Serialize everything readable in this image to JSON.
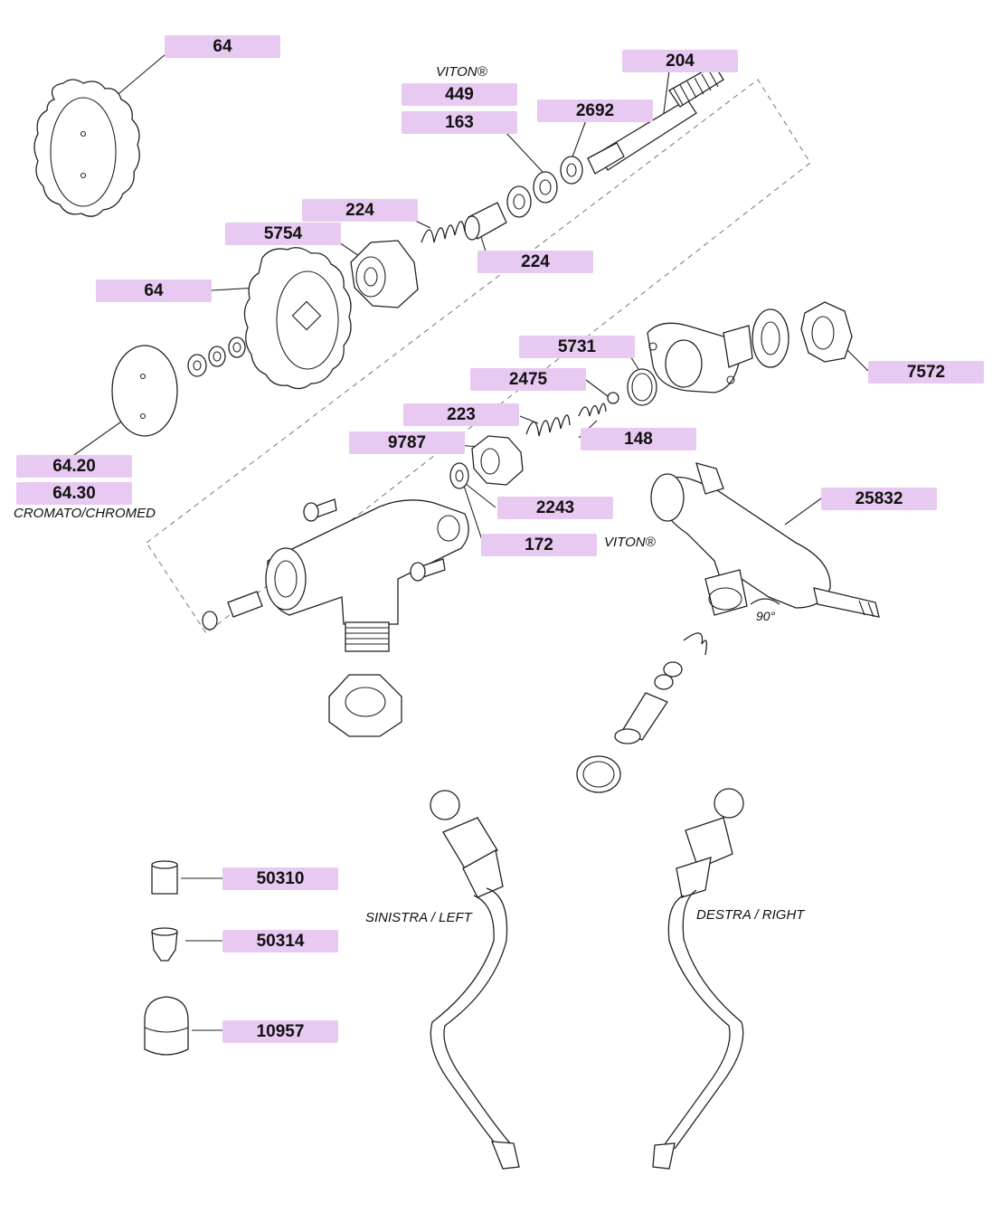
{
  "part_labels": {
    "p64_top": "64",
    "p204": "204",
    "p449": "449",
    "p163": "163",
    "p2692": "2692",
    "p224_spring": "224",
    "p5754": "5754",
    "p224_bush": "224",
    "p64_side": "64",
    "p5731": "5731",
    "p7572": "7572",
    "p2475": "2475",
    "p223": "223",
    "p148": "148",
    "p9787": "9787",
    "p64_20": "64.20",
    "p64_30": "64.30",
    "p2243": "2243",
    "p25832": "25832",
    "p172": "172",
    "p50310": "50310",
    "p50314": "50314",
    "p10957": "10957"
  },
  "annotations": {
    "viton_top": "VITON®",
    "viton_mid": "VITON®",
    "chromed": "CROMATO/CHROMED",
    "angle": "90°",
    "left_pipe": "SINISTRA / LEFT",
    "right_pipe": "DESTRA / RIGHT"
  },
  "colors": {
    "label_fill": "#e8c9f2",
    "line": "#222222"
  }
}
